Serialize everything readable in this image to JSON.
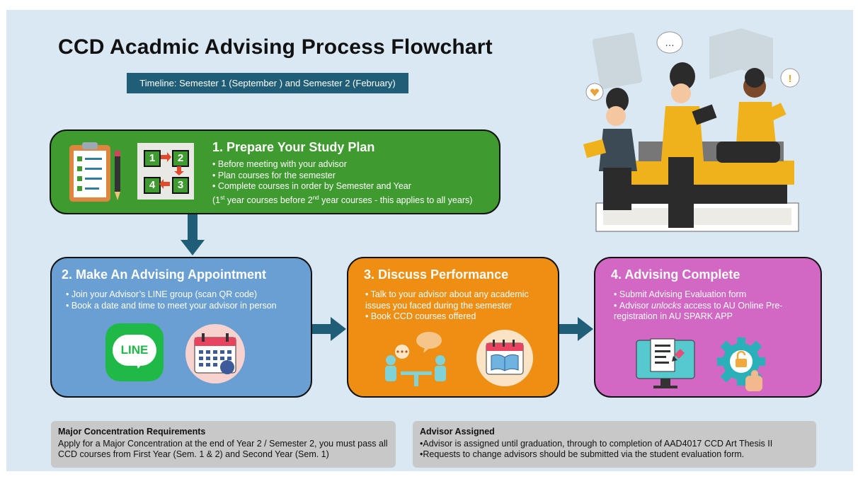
{
  "title": "CCD Acadmic Advising Process Flowchart",
  "timeline": "Timeline: Semester 1 (September ) and Semester 2 (February)",
  "colors": {
    "step1": "#3f9a2f",
    "step2": "#6a9fd4",
    "step3": "#ee8f14",
    "step4": "#d267c4",
    "arrow": "#205e78",
    "note": "#c8c8c8"
  },
  "step1": {
    "title": "1. Prepare Your Study Plan",
    "bullets": [
      "Before meeting with your advisor",
      "Plan courses for the semester",
      "Complete courses in order by Semester and Year"
    ],
    "note_pre": "(1",
    "note_sup1": "st",
    "note_mid": " year courses before 2",
    "note_sup2": "nd",
    "note_post": " year courses - this applies to all years)",
    "icons": [
      "clipboard-icon",
      "order-grid-icon"
    ],
    "grid": [
      "1",
      "2",
      "4",
      "3"
    ]
  },
  "step2": {
    "title": "2. Make An Advising Appointment",
    "bullets": [
      "Join your Advisor’s LINE group (scan QR code)",
      "Book a date and time to meet your advisor in person"
    ],
    "line_logo": "LINE",
    "icons": [
      "line-app-icon",
      "calendar-icon"
    ]
  },
  "step3": {
    "title": "3. Discuss Performance",
    "bullets": [
      "Talk to your advisor about any academic issues you faced during the semester",
      "Book CCD courses offered"
    ],
    "icons": [
      "meeting-icon",
      "course-book-icon"
    ]
  },
  "step4": {
    "title": "4. Advising Complete",
    "bullet1": "Submit Advising Evaluation form",
    "bullet2_pre": "Advisor ",
    "bullet2_em": "unlocks",
    "bullet2_post": " access to AU Online Pre-registration in AU SPARK APP",
    "icons": [
      "evaluation-form-icon",
      "unlock-gear-icon"
    ]
  },
  "major": {
    "heading": "Major Concentration Requirements",
    "text": "Apply for a Major Concentration at the end of Year 2 / Semester 2, you must pass all CCD courses from First Year (Sem. 1 & 2) and Second Year (Sem. 1)"
  },
  "advisor": {
    "heading": "Advisor Assigned",
    "bullets": [
      "Advisor is assigned until graduation, through to completion of AAD4017 CCD Art Thesis II",
      "Requests to change advisors should be submitted via the student evaluation form."
    ]
  },
  "illustration": {
    "bubbles": [
      "…",
      "!"
    ],
    "icon": "students-reading-illustration"
  }
}
